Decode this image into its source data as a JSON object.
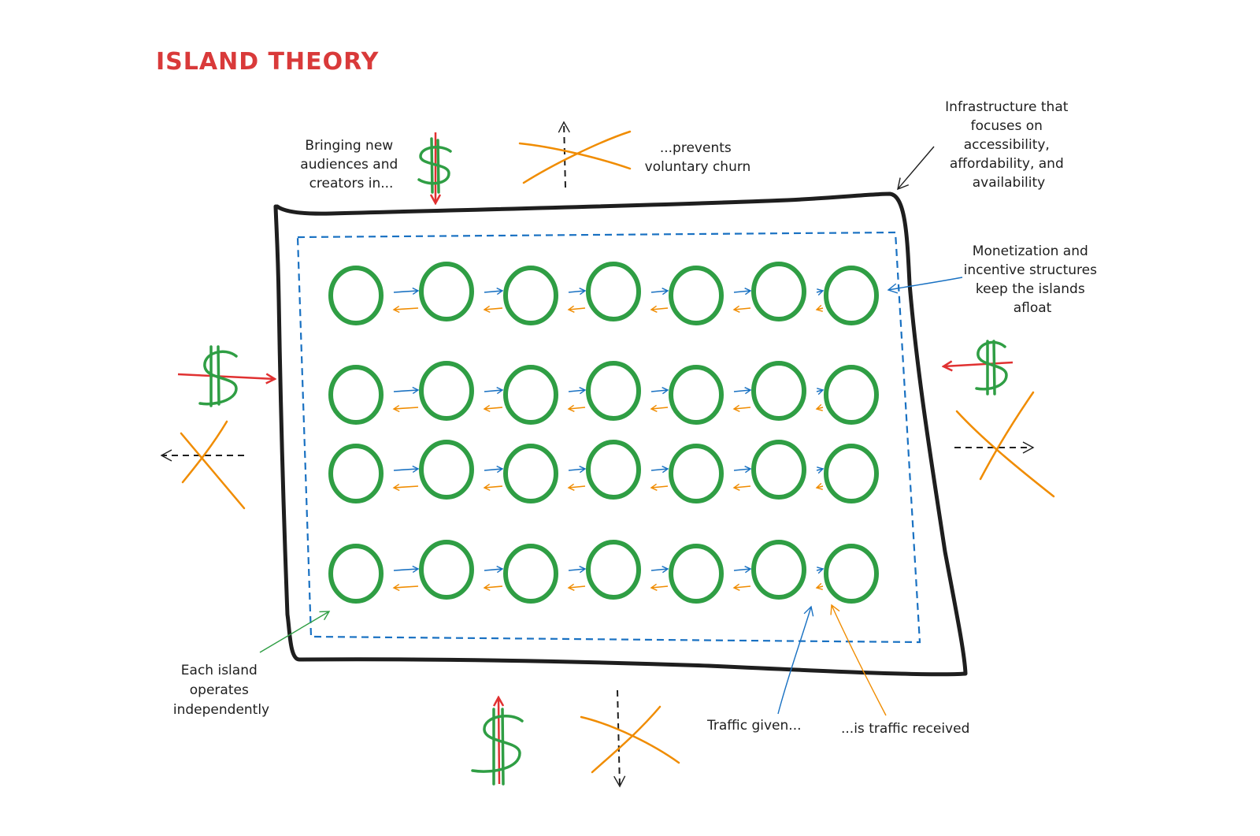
{
  "title": "ISLAND THEORY",
  "colors": {
    "island": "#2f9e44",
    "boundary": "#1e1e1e",
    "dashed_zone": "#1971c2",
    "traffic_given": "#1971c2",
    "traffic_received": "#f08c00",
    "money_arrow": "#e03131",
    "dollar": "#2f9e44",
    "cross": "#f08c00",
    "dashed_arrow": "#1e1e1e",
    "title": "#d93a3a"
  },
  "grid": {
    "rows": 4,
    "columns": 7
  },
  "annotations": {
    "bringing_new": [
      "Bringing new",
      "audiences and",
      "creators in..."
    ],
    "prevents_churn": [
      "...prevents",
      "voluntary churn"
    ],
    "infrastructure": [
      "Infrastructure that",
      "focuses on",
      "accessibility,",
      "affordability, and",
      "availability"
    ],
    "monetization": [
      "Monetization and",
      "incentive structures",
      "keep the islands",
      "afloat"
    ],
    "each_island": [
      "Each island",
      "operates",
      "independently"
    ],
    "traffic_given": "Traffic given...",
    "traffic_received": "...is traffic received"
  },
  "icons": {
    "dollar": "dollar-sign-icon",
    "cross": "x-cross-icon",
    "inbound_arrow": "red-arrow-icon",
    "outbound_arrow": "dashed-arrow-icon"
  }
}
